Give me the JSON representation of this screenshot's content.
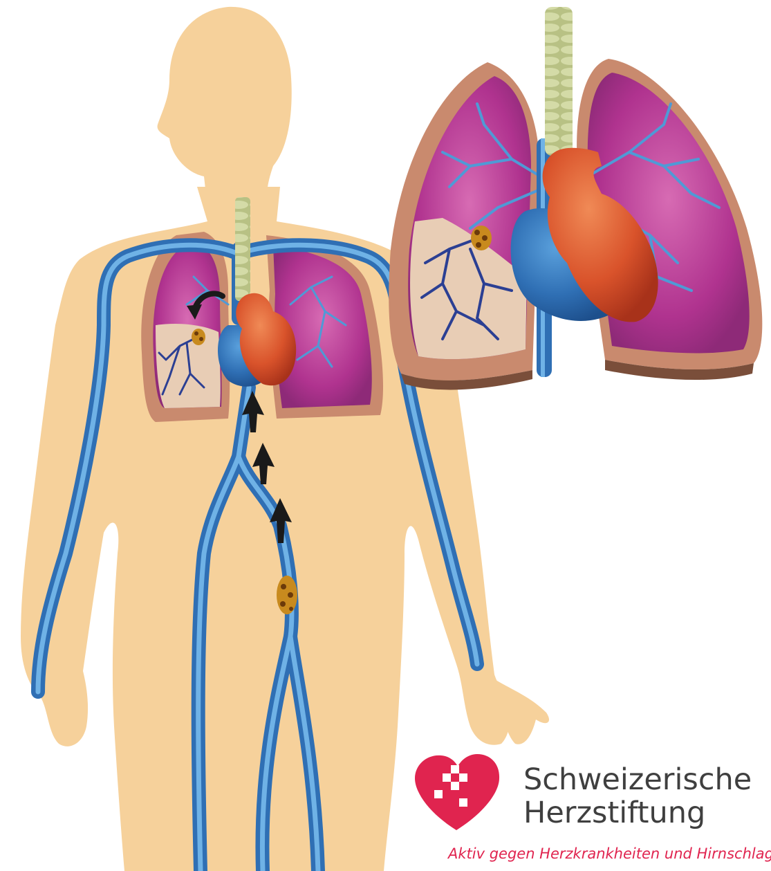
{
  "logo": {
    "name_line1": "Schweizerische",
    "name_line2": "Herzstiftung",
    "tagline": "Aktiv gegen Herzkrankheiten und Hirnschlag",
    "brand_color": "#e0244f",
    "text_color": "#3f3f3f",
    "icon": "heart-cross-logo"
  },
  "palette": {
    "skin": "#f6d19b",
    "vein": "#3d7fc4",
    "vein_light": "#6fb2e6",
    "lung_outer": "#c98a6e",
    "lung_inner": "#b0338f",
    "lung_pale": "#e8cdb5",
    "heart_red": "#d9532b",
    "heart_blue": "#2f6fb4",
    "trachea": "#c7cf9a",
    "clot": "#c88a1e"
  },
  "icons": [
    "curved-arrow-icon",
    "up-arrow-icon"
  ]
}
